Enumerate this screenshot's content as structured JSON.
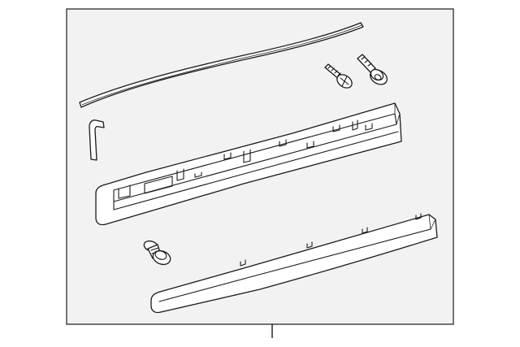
{
  "diagram": {
    "background_color": "#ffffff",
    "panel_fill_color": "#f2f2f2",
    "line_color": "#1a1a1a",
    "parts": [
      "upper-weatherstrip",
      "end-clip",
      "screw",
      "bolt-with-washer",
      "main-molding",
      "lower-molding",
      "push-clip"
    ]
  }
}
